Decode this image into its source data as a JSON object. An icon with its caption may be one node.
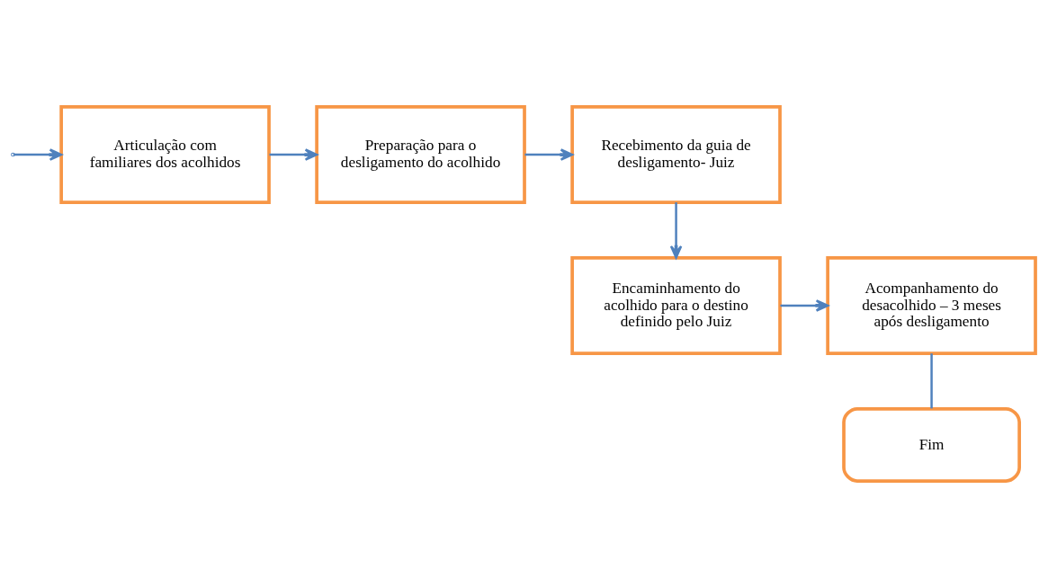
{
  "diagram": {
    "nodes": [
      {
        "text": [
          "Articulação com familiares dos acolhidos"
        ]
      },
      {
        "text": [
          "Preparação para o desligamento do acolhido"
        ]
      },
      {
        "text": [
          "Recebimento da guia de desligamento- Juiz"
        ]
      },
      {
        "text": [
          "Encaminhamento do acolhido para o destino definido pelo Juiz"
        ]
      },
      {
        "text": [
          "Acompanhamento do desacolhido – 3 meses após desligamento"
        ]
      },
      {
        "text": [
          "Fim"
        ]
      }
    ],
    "edges": [
      {
        "from": null,
        "to": 0,
        "arrow": "to"
      },
      {
        "from": 0,
        "to": 1,
        "arrow": "to"
      },
      {
        "from": 1,
        "to": 2,
        "arrow": "to"
      },
      {
        "from": 2,
        "to": 3,
        "arrow": "to"
      },
      {
        "from": 3,
        "to": 4,
        "arrow": "to"
      },
      {
        "from": 4,
        "to": 5,
        "arrow": "none"
      }
    ]
  }
}
